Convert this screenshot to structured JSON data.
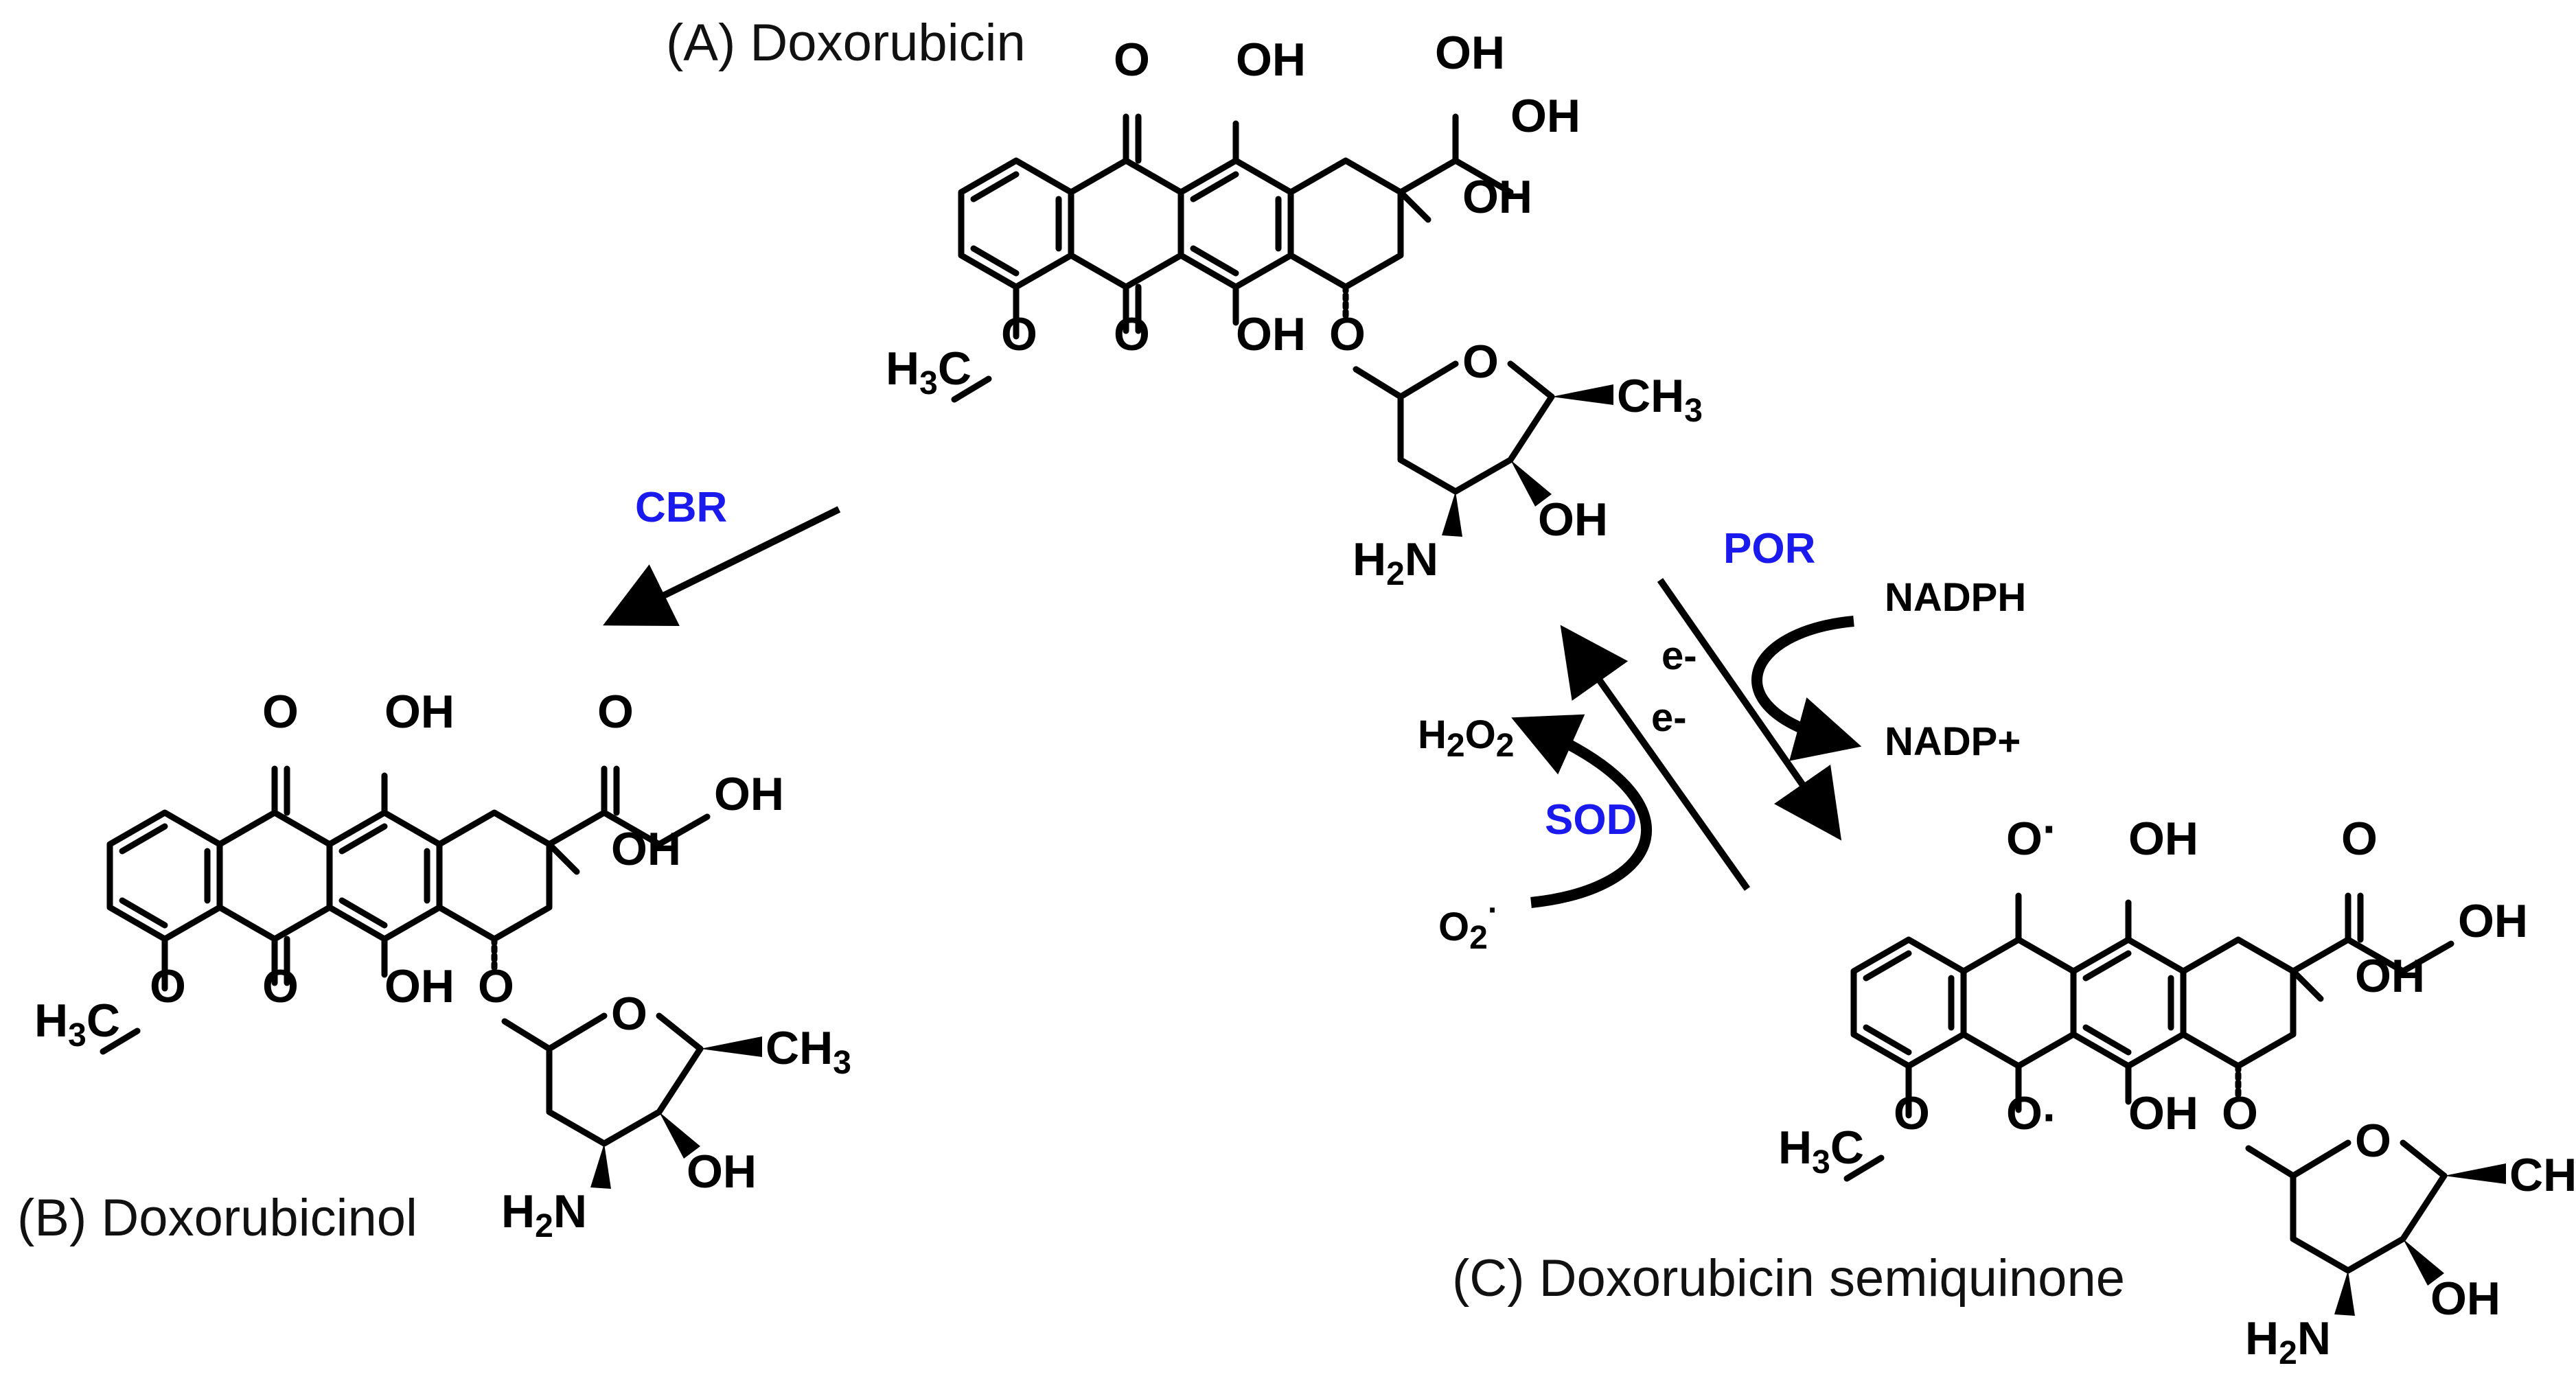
{
  "captions": {
    "doxorubicin": "(A) Doxorubicin",
    "doxorubicinol": "(B) Doxorubicinol",
    "semiquinone": "(C) Doxorubicin semiquinone"
  },
  "enzymes": {
    "cbr": "CBR",
    "por": "POR",
    "sod": "SOD"
  },
  "species": {
    "nadph": "NADPH",
    "nadp": "NADP+",
    "h2o2_main": "H",
    "h2o2_sub1": "2",
    "h2o2_mid": "O",
    "h2o2_sub2": "2",
    "o2_main": "O",
    "o2_sub": "2",
    "o2_sup": "·",
    "electron_1": "e-",
    "electron_2": "e-"
  },
  "atoms": {
    "O": "O",
    "OH": "OH",
    "CH3": "CH",
    "three": "3",
    "H3C_H": "H",
    "H3C_C": "C",
    "H2N_H": "H",
    "H2N_N": "N",
    "two": "2",
    "radical": "·"
  },
  "colors": {
    "enzyme": "#1a1aee",
    "structure": "#000000"
  }
}
